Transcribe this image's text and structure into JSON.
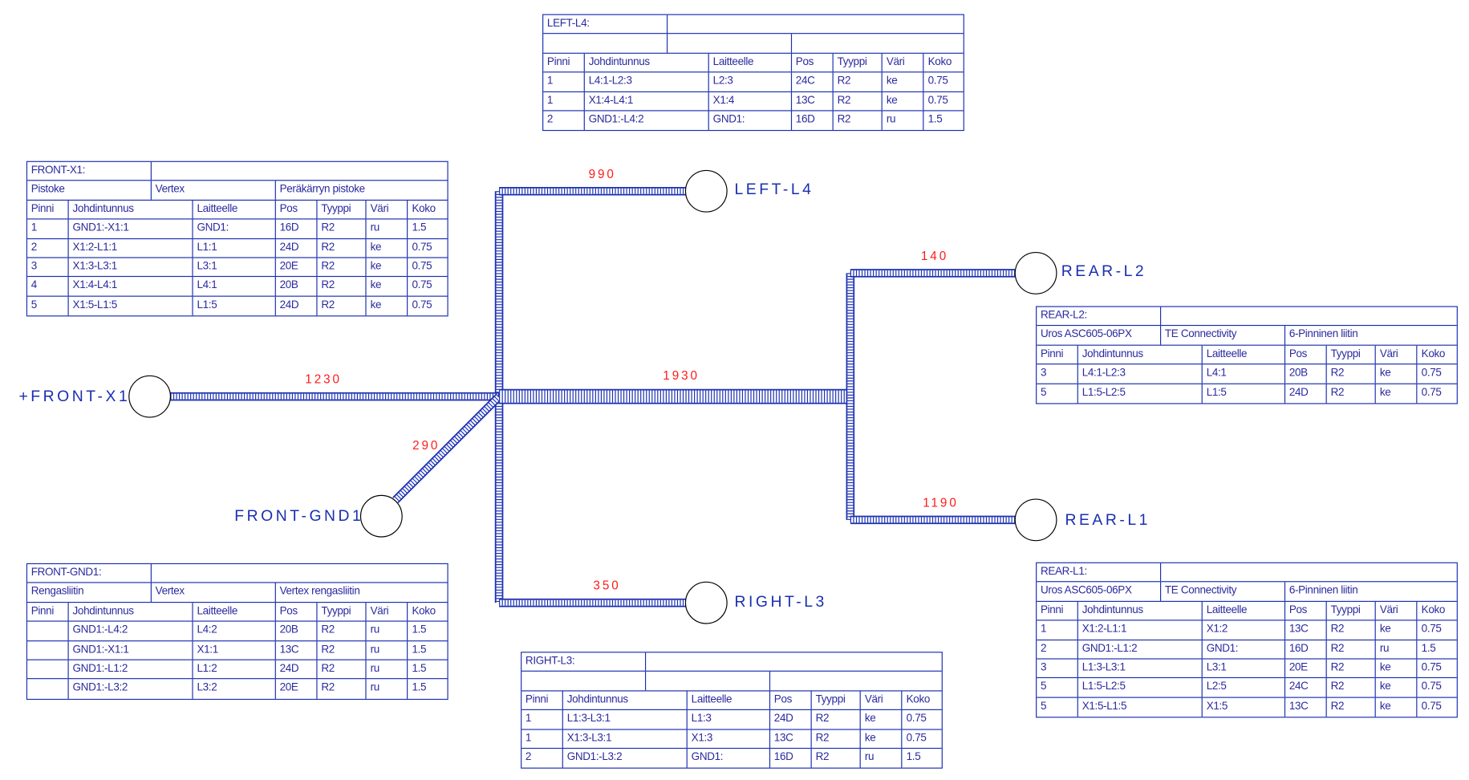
{
  "colors": {
    "cable": "#1a2fb0",
    "length": "#ff1a1a",
    "connector": "#000000"
  },
  "connectors": {
    "front_x1": {
      "label": "+FRONT-X1"
    },
    "front_gnd1": {
      "label": "FRONT-GND1"
    },
    "left_l4": {
      "label": "LEFT-L4"
    },
    "right_l3": {
      "label": "RIGHT-L3"
    },
    "rear_l2": {
      "label": "REAR-L2"
    },
    "rear_l1": {
      "label": "REAR-L1"
    }
  },
  "lengths": {
    "front_x1": "1230",
    "front_gnd1": "290",
    "left_l4": "990",
    "right_l3": "350",
    "trunk": "1930",
    "rear_l2": "140",
    "rear_l1": "1190"
  },
  "headers": [
    "Pinni",
    "Johdintunnus",
    "Laitteelle",
    "Pos",
    "Tyyppi",
    "Väri",
    "Koko"
  ],
  "tables": [
    {
      "id": "left-l4",
      "title": "LEFT-L4:",
      "info": [
        "",
        "",
        ""
      ],
      "rows": [
        [
          "1",
          "L4:1-L2:3",
          "L2:3",
          "24C",
          "R2",
          "ke",
          "0.75"
        ],
        [
          "1",
          "X1:4-L4:1",
          "X1:4",
          "13C",
          "R2",
          "ke",
          "0.75"
        ],
        [
          "2",
          "GND1:-L4:2",
          "GND1:",
          "16D",
          "R2",
          "ru",
          "1.5"
        ]
      ]
    },
    {
      "id": "front-x1",
      "title": "FRONT-X1:",
      "info": [
        "Pistoke",
        "Vertex",
        "Peräkärryn pistoke"
      ],
      "rows": [
        [
          "1",
          "GND1:-X1:1",
          "GND1:",
          "16D",
          "R2",
          "ru",
          "1.5"
        ],
        [
          "2",
          "X1:2-L1:1",
          "L1:1",
          "24D",
          "R2",
          "ke",
          "0.75"
        ],
        [
          "3",
          "X1:3-L3:1",
          "L3:1",
          "20E",
          "R2",
          "ke",
          "0.75"
        ],
        [
          "4",
          "X1:4-L4:1",
          "L4:1",
          "20B",
          "R2",
          "ke",
          "0.75"
        ],
        [
          "5",
          "X1:5-L1:5",
          "L1:5",
          "24D",
          "R2",
          "ke",
          "0.75"
        ]
      ]
    },
    {
      "id": "rear-l2",
      "title": "REAR-L2:",
      "info": [
        "Uros ASC605-06PX",
        "TE Connectivity",
        "6-Pinninen liitin"
      ],
      "rows": [
        [
          "3",
          "L4:1-L2:3",
          "L4:1",
          "20B",
          "R2",
          "ke",
          "0.75"
        ],
        [
          "5",
          "L1:5-L2:5",
          "L1:5",
          "24D",
          "R2",
          "ke",
          "0.75"
        ]
      ]
    },
    {
      "id": "front-gnd1",
      "title": "FRONT-GND1:",
      "info": [
        "Rengasliitin",
        "Vertex",
        "Vertex rengasliitin"
      ],
      "rows": [
        [
          "",
          "GND1:-L4:2",
          "L4:2",
          "20B",
          "R2",
          "ru",
          "1.5"
        ],
        [
          "",
          "GND1:-X1:1",
          "X1:1",
          "13C",
          "R2",
          "ru",
          "1.5"
        ],
        [
          "",
          "GND1:-L1:2",
          "L1:2",
          "24D",
          "R2",
          "ru",
          "1.5"
        ],
        [
          "",
          "GND1:-L3:2",
          "L3:2",
          "20E",
          "R2",
          "ru",
          "1.5"
        ]
      ]
    },
    {
      "id": "rear-l1",
      "title": "REAR-L1:",
      "info": [
        "Uros ASC605-06PX",
        "TE Connectivity",
        "6-Pinninen liitin"
      ],
      "rows": [
        [
          "1",
          "X1:2-L1:1",
          "X1:2",
          "13C",
          "R2",
          "ke",
          "0.75"
        ],
        [
          "2",
          "GND1:-L1:2",
          "GND1:",
          "16D",
          "R2",
          "ru",
          "1.5"
        ],
        [
          "3",
          "L1:3-L3:1",
          "L3:1",
          "20E",
          "R2",
          "ke",
          "0.75"
        ],
        [
          "5",
          "L1:5-L2:5",
          "L2:5",
          "24C",
          "R2",
          "ke",
          "0.75"
        ],
        [
          "5",
          "X1:5-L1:5",
          "X1:5",
          "13C",
          "R2",
          "ke",
          "0.75"
        ]
      ]
    },
    {
      "id": "right-l3",
      "title": "RIGHT-L3:",
      "info": [
        "",
        "",
        ""
      ],
      "rows": [
        [
          "1",
          "L1:3-L3:1",
          "L1:3",
          "24D",
          "R2",
          "ke",
          "0.75"
        ],
        [
          "1",
          "X1:3-L3:1",
          "X1:3",
          "13C",
          "R2",
          "ke",
          "0.75"
        ],
        [
          "2",
          "GND1:-L3:2",
          "GND1:",
          "16D",
          "R2",
          "ru",
          "1.5"
        ]
      ]
    }
  ]
}
